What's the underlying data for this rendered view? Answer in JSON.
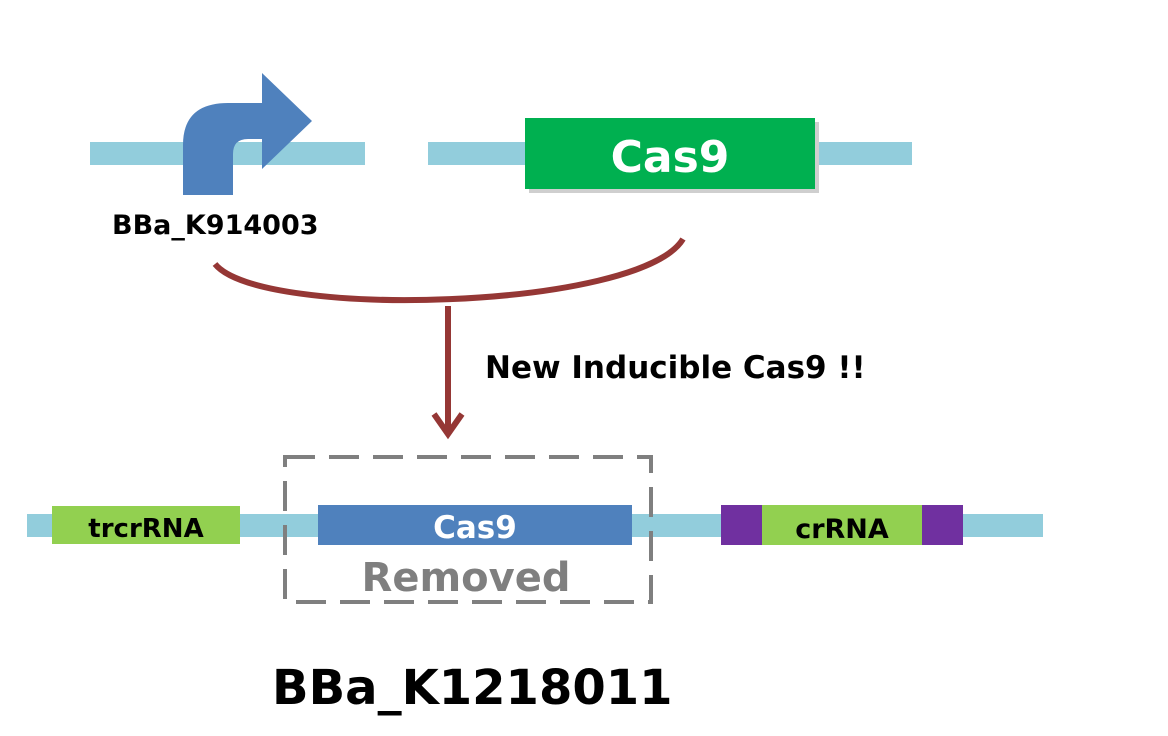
{
  "top_construct": {
    "promoter_label": "BBa_K914003",
    "gene_label": "Cas9"
  },
  "arrow_note": "New Inducible Cas9  !!",
  "bottom_construct": {
    "left_part_label": "trcrRNA",
    "middle_part_label": "Cas9",
    "removed_label": "Removed",
    "right_part_label": "crRNA",
    "part_id": "BBa_K1218011"
  },
  "colors": {
    "backbone": "#92cddc",
    "promoter_arrow": "#4f81bd",
    "cas9_top": "#00b050",
    "cas9_bottom": "#4f81bd",
    "rna_part": "#92d050",
    "spacer_block": "#7030a0",
    "curve_arrow": "#953735",
    "removed_box": "#7f7f7f"
  }
}
